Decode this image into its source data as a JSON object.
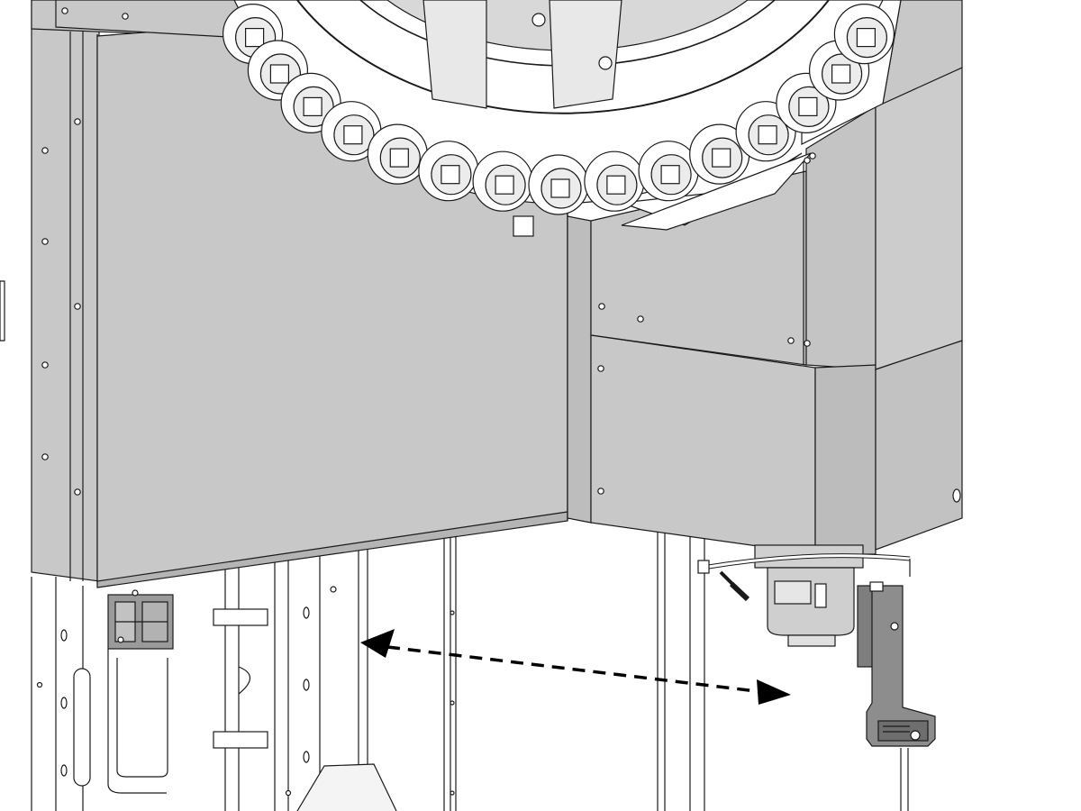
{
  "colors": {
    "panel": "#c8c8c8",
    "panel_dark": "#b4b4b4",
    "panel_light": "#d6d6d6",
    "line": "#1a1a1a",
    "paper": "#ffffff",
    "bracket": "#8a8a8a",
    "arrow": "#000000"
  },
  "figure": {
    "subject": "tool-changer-carousel-enclosure",
    "arrow_style": "dashed-double-headed",
    "arrow_meaning": "direction-of-travel"
  },
  "icons": {
    "carousel": "tool-carousel-icon",
    "pocket": "tool-pocket-icon",
    "arrow": "dashed-double-arrow-icon",
    "bracket": "mounting-bracket-icon",
    "spindle": "spindle-head-icon",
    "clamp": "cable-clamp-icon"
  }
}
